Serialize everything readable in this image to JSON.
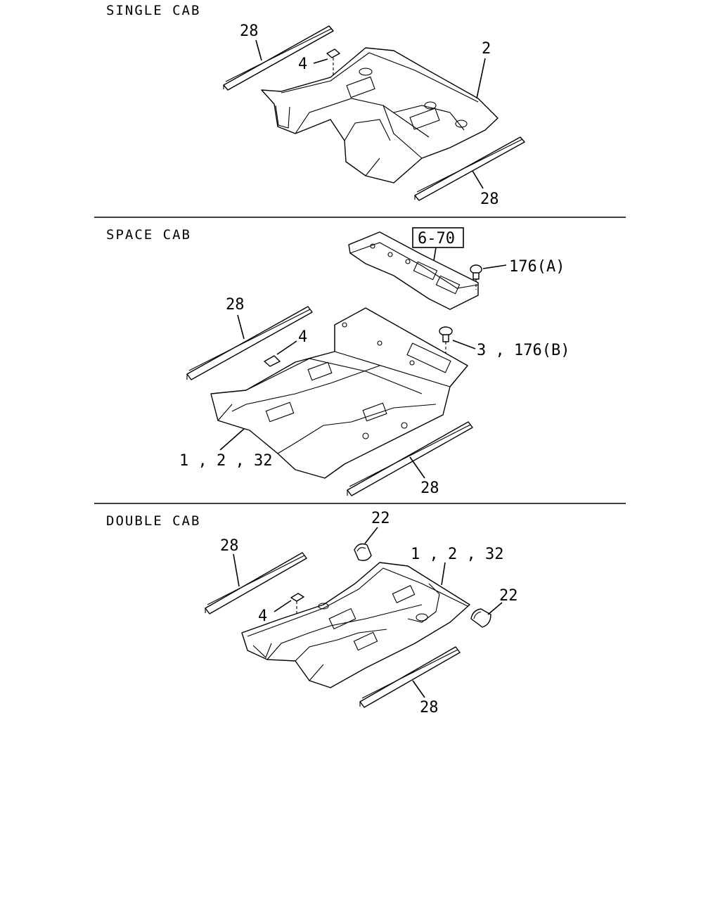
{
  "sections": [
    {
      "title": "SINGLE CAB",
      "callouts": {
        "sill_top": "28",
        "pad": "4",
        "floor": "2",
        "sill_bottom": "28"
      }
    },
    {
      "title": "SPACE CAB",
      "callouts": {
        "ref_box": "6-70",
        "clip_a": "176(A)",
        "sill_top": "28",
        "pad": "4",
        "clip_b": "3 , 176(B)",
        "floor": "1 , 2 , 32",
        "sill_bottom": "28"
      }
    },
    {
      "title": "DOUBLE CAB",
      "callouts": {
        "cover_left": "22",
        "floor": "1 , 2 , 32",
        "sill_top": "28",
        "cover_right": "22",
        "pad": "4",
        "sill_bottom": "28"
      }
    }
  ]
}
